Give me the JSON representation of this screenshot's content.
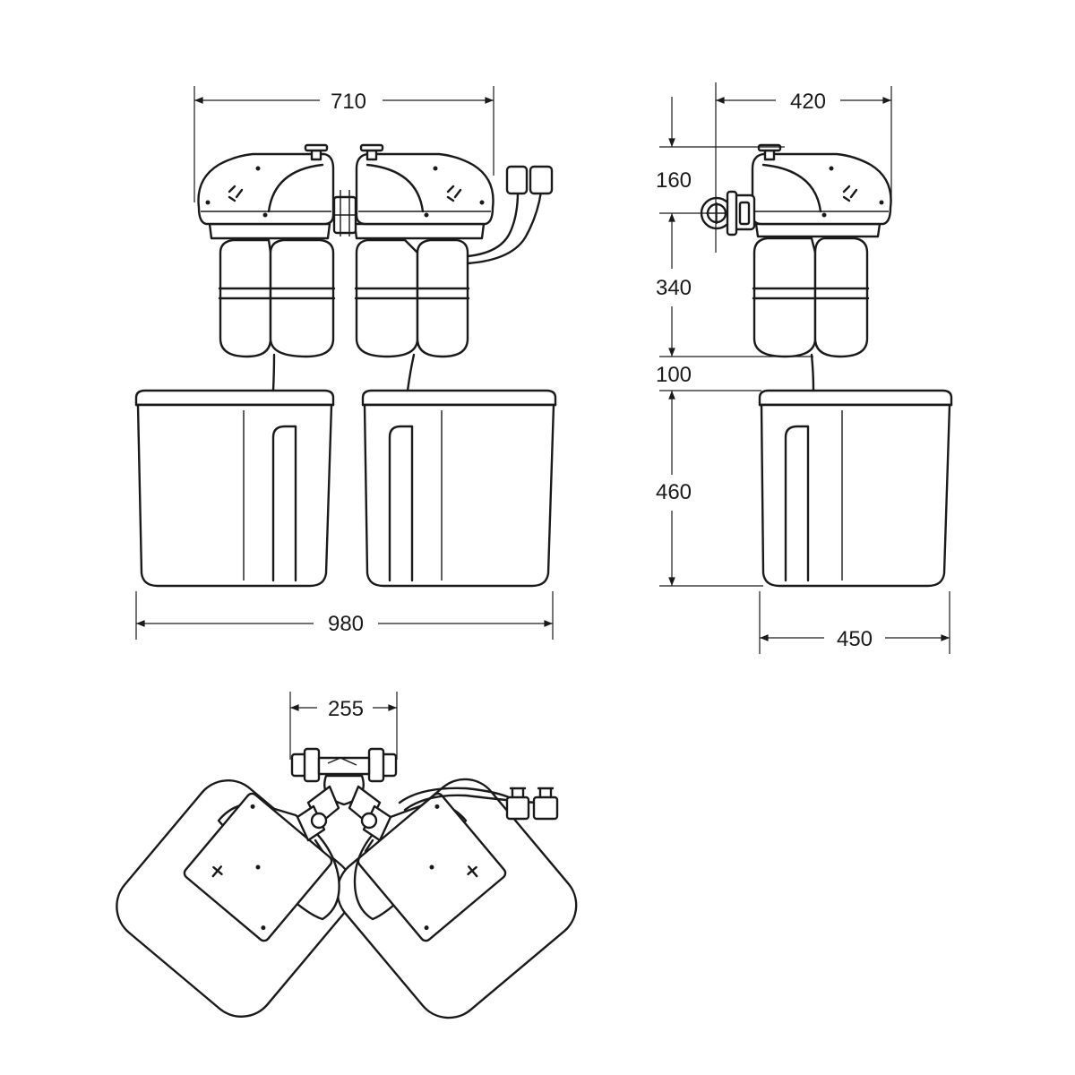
{
  "dimensions": {
    "front_top_width": "710",
    "front_bottom_width": "980",
    "side_top_width": "420",
    "side_bottom_width": "450",
    "side_head_height": "160",
    "side_vessel_height": "340",
    "side_gap_height": "100",
    "side_tank_height": "460",
    "plan_bypass_width": "255"
  },
  "colors": {
    "stroke": "#1a1a1a",
    "background": "#ffffff"
  }
}
